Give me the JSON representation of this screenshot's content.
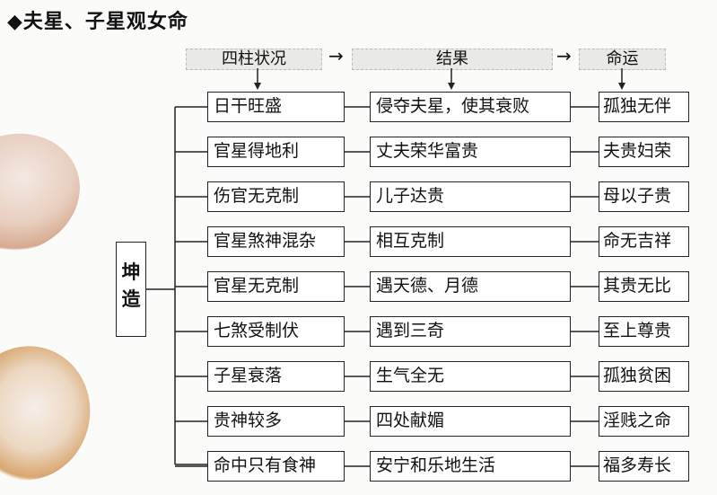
{
  "title": "◆夫星、子星观女命",
  "headers": {
    "col1": "四柱状况",
    "col2": "结果",
    "col3": "命运",
    "arrow": "→"
  },
  "root": "坤造",
  "rows": [
    {
      "condition": "日干旺盛",
      "result": "侵夺夫星，使其衰败",
      "fate": "孤独无伴"
    },
    {
      "condition": "官星得地利",
      "result": "丈夫荣华富贵",
      "fate": "夫贵妇荣"
    },
    {
      "condition": "伤官无克制",
      "result": "儿子达贵",
      "fate": "母以子贵"
    },
    {
      "condition": "官星煞神混杂",
      "result": "相互克制",
      "fate": "命无吉祥"
    },
    {
      "condition": "官星无克制",
      "result": "遇天德、月德",
      "fate": "其贵无比"
    },
    {
      "condition": "七煞受制伏",
      "result": "遇到三奇",
      "fate": "至上尊贵"
    },
    {
      "condition": "子星衰落",
      "result": "生气全无",
      "fate": "孤独贫困"
    },
    {
      "condition": "贵神较多",
      "result": "四处献媚",
      "fate": "淫贱之命"
    },
    {
      "condition": "命中只有食神",
      "result": "安宁和乐地生活",
      "fate": "福多寿长"
    }
  ]
}
